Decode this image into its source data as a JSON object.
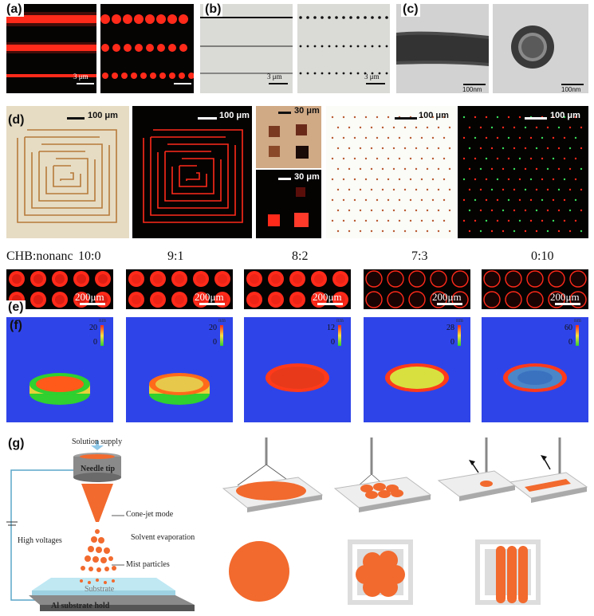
{
  "panels": {
    "a": {
      "letter": "(a)",
      "scale": "3 μm"
    },
    "b": {
      "letter": "(b)",
      "scale_left": "3 μm",
      "scale_right": "3 μm"
    },
    "c": {
      "letter": "(c)",
      "scale_left": "100nm",
      "scale_right": "100nm"
    },
    "d": {
      "letter": "(d)",
      "scale1": "100 μm",
      "scale2": "100 μm",
      "scale3": "30 μm",
      "scale4": "30 μm",
      "scale5": "100 μm",
      "scale6": "100 μm"
    },
    "e": {
      "letter": "(e)",
      "header": "CHB:nonanc",
      "ratios": [
        "10:0",
        "9:1",
        "8:2",
        "7:3",
        "0:10"
      ],
      "scale": "200μm"
    },
    "f": {
      "letter": "(f)",
      "unit": "nm",
      "max_values": [
        "20",
        "20",
        "12",
        "28",
        "60"
      ],
      "min_value": "0"
    },
    "g": {
      "letter": "(g)",
      "labels": {
        "solution_supply": "Solution supply",
        "needle_tip": "Needle tip",
        "cone_jet": "Cone-jet mode",
        "solvent_evap": "Solvent evaporation",
        "mist": "Mist particles",
        "high_voltage": "High voltages",
        "substrate": "Substrate",
        "holder": "Al substrate hold"
      }
    }
  },
  "colors": {
    "red": "#ff2a1a",
    "orange": "#f26a2e",
    "blue": "#2f44e8",
    "dark": "#0a0a0a"
  }
}
